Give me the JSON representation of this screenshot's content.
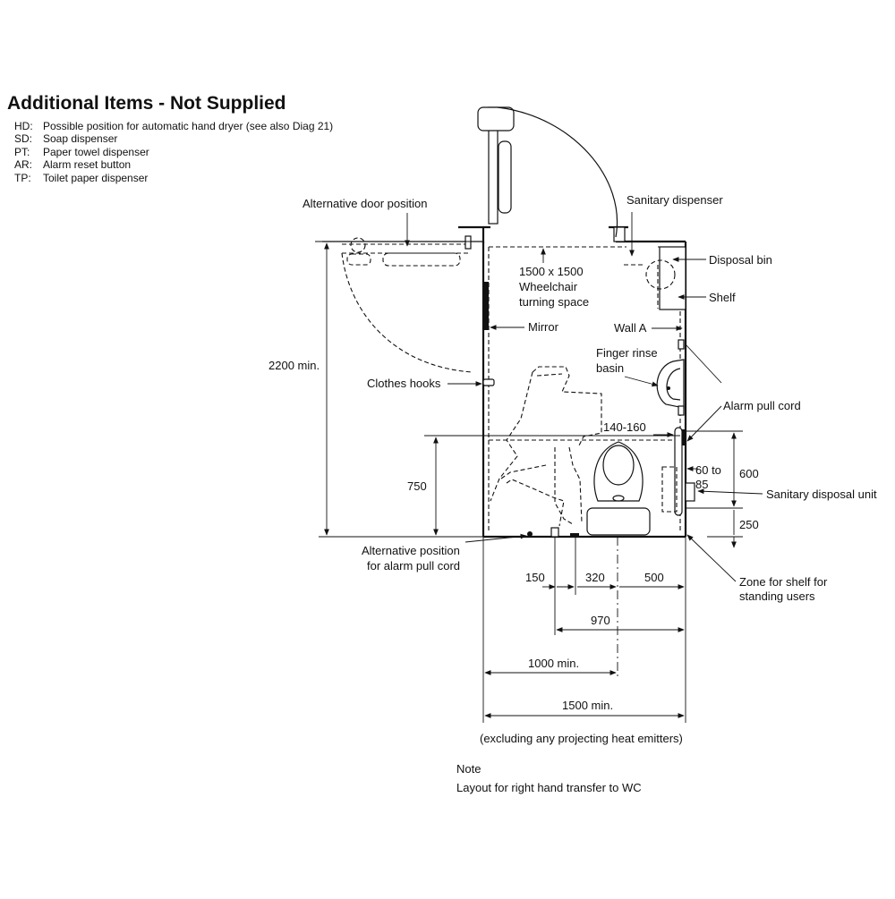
{
  "heading": "Additional Items - Not Supplied",
  "legend": [
    {
      "code": "HD:",
      "text": "Possible position for automatic hand dryer (see also Diag 21)"
    },
    {
      "code": "SD:",
      "text": "Soap dispenser"
    },
    {
      "code": "PT:",
      "text": "Paper towel dispenser"
    },
    {
      "code": "AR:",
      "text": "Alarm reset button"
    },
    {
      "code": "TP:",
      "text": "Toilet paper dispenser"
    }
  ],
  "labels": {
    "alt_door": "Alternative door position",
    "sanitary_dispenser": "Sanitary dispenser",
    "disposal_bin": "Disposal bin",
    "turning_1": "1500 x 1500",
    "turning_2": "Wheelchair",
    "turning_3": "turning space",
    "shelf": "Shelf",
    "mirror": "Mirror",
    "wall_a": "Wall A",
    "finger_1": "Finger rinse",
    "finger_2": "basin",
    "clothes_hooks": "Clothes hooks",
    "alarm_pull_cord": "Alarm pull cord",
    "sanitary_unit": "Sanitary disposal unit",
    "alt_alarm_1": "Alternative position",
    "alt_alarm_2": "for alarm pull cord",
    "zone_1": "Zone for shelf for",
    "zone_2": "standing users"
  },
  "dimensions": {
    "d2200": "2200 min.",
    "d750": "750",
    "d140": "140-160",
    "d60": "60 to",
    "d85": "85",
    "d600": "600",
    "d250": "250",
    "d150": "150",
    "d320": "320",
    "d500": "500",
    "d970": "970",
    "d1000": "1000 min.",
    "d1500": "1500 min."
  },
  "excluding": "(excluding any projecting heat emitters)",
  "note_title": "Note",
  "note_text": "Layout for right hand transfer to WC"
}
